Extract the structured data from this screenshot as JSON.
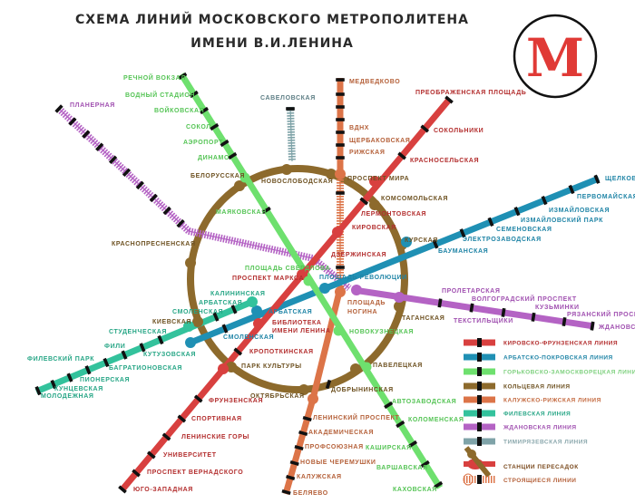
{
  "title": {
    "line1": "СХЕМА ЛИНИЙ МОСКОВСКОГО МЕТРОПОЛИТЕНА",
    "line2": "ИМЕНИ В.И.ЛЕНИНА"
  },
  "logo": {
    "letter": "М",
    "color": "#e03a36"
  },
  "ring": {
    "color": "#8d6a2c",
    "label_color": "#6e5222",
    "stations": [
      "БЕЛОРУССКАЯ",
      "НОВОСЛОБОДСКАЯ",
      "ПРОСПЕКТ МИРА",
      "КОМСОМОЛЬСКАЯ",
      "КУРСКАЯ",
      "ТАГАНСКАЯ",
      "ПАВЕЛЕЦКАЯ",
      "ДОБРЫНИНСКАЯ",
      "ОКТЯБРЬСКАЯ",
      "ПАРК КУЛЬТУРЫ",
      "КИЕВСКАЯ",
      "КРАСНОПРЕСНЕНСКАЯ"
    ]
  },
  "lines": [
    {
      "id": "red",
      "color": "#d8403f",
      "label_color": "#b32e2e",
      "stations": [
        "ПРЕОБРАЖЕНСКАЯ ПЛОЩАДЬ",
        "СОКОЛЬНИКИ",
        "КРАСНОСЕЛЬСКАЯ",
        "ЛЕРМОНТОВСКАЯ",
        "КИРОВСКАЯ",
        "ДЗЕРЖИНСКАЯ",
        "ПРОСПЕКТ МАРКСА",
        "БИБЛИОТЕКА",
        "ИМЕНИ ЛЕНИНА",
        "КРОПОТКИНСКАЯ",
        "ФРУНЗЕНСКАЯ",
        "СПОРТИВНАЯ",
        "ЛЕНИНСКИЕ ГОРЫ",
        "УНИВЕРСИТЕТ",
        "ПРОСПЕКТ ВЕРНАДСКОГО",
        "ЮГО-ЗАПАДНАЯ"
      ]
    },
    {
      "id": "blue",
      "color": "#1f90b4",
      "label_color": "#1f84a6",
      "stations": [
        "ЩЕЛКОВСКАЯ",
        "ПЕРВОМАЙСКАЯ",
        "ИЗМАЙЛОВСКАЯ",
        "ИЗМАЙЛОВСКИЙ ПАРК",
        "СЕМЕНОВСКАЯ",
        "ЭЛЕКТРОЗАВОДСКАЯ",
        "БАУМАНСКАЯ",
        "ПЛОЩАДЬ РЕВОЛЮЦИИ",
        "АРБАТСКАЯ",
        "СМОЛЕНСКАЯ"
      ]
    },
    {
      "id": "teal",
      "color": "#33c29c",
      "label_color": "#27a686",
      "stations": [
        "КАЛИНИНСКАЯ",
        "АРБАТСКАЯ",
        "СМОЛЕНСКАЯ",
        "СТУДЕНЧЕСКАЯ",
        "ФИЛИ",
        "КУТУЗОВСКАЯ",
        "ФИЛЕВСКИЙ ПАРК",
        "БАГРАТИОНОВСКАЯ",
        "ПИОНЕРСКАЯ",
        "КУНЦЕВСКАЯ",
        "МОЛОДЕЖНАЯ"
      ]
    },
    {
      "id": "green",
      "color": "#6ee06e",
      "label_color": "#55c455",
      "stations": [
        "РЕЧНОЙ ВОКЗАЛ",
        "ВОДНЫЙ СТАДИОН",
        "ВОЙКОВСКАЯ",
        "СОКОЛ",
        "АЭРОПОРТ",
        "ДИНАМО",
        "МАЯКОВСКАЯ",
        "ПЛОЩАДЬ СВЕРДЛОВА",
        "НОВОКУЗНЕЦКАЯ",
        "АВТОЗАВОДСКАЯ",
        "КОЛОМЕНСКАЯ",
        "КАШИРСКАЯ",
        "ВАРШАВСКАЯ",
        "КАХОВСКАЯ"
      ]
    },
    {
      "id": "orange",
      "color": "#dc7448",
      "label_color": "#b5613a",
      "stations": [
        "МЕДВЕДКОВО",
        "ВДНХ",
        "ЩЕРБАКОВСКАЯ",
        "РИЖСКАЯ",
        "ПЛОЩАДЬ",
        "НОГИНА",
        "ЛЕНИНСКИЙ ПРОСПЕКТ",
        "АКАДЕМИЧЕСКАЯ",
        "ПРОФСОЮЗНАЯ",
        "НОВЫЕ ЧЕРЕМУШКИ",
        "КАЛУЖСКАЯ",
        "БЕЛЯЕВО"
      ]
    },
    {
      "id": "purple",
      "color": "#b463c4",
      "label_color": "#a050b0",
      "stations": [
        "ПЛАНЕРНАЯ",
        "ПРОЛЕТАРСКАЯ",
        "ВОЛГОГРАДСКИЙ ПРОСПЕКТ",
        "ТЕКСТИЛЬЩИКИ",
        "КУЗЬМИНКИ",
        "РЯЗАНСКИЙ ПРОСПЕКТ",
        "ЖДАНОВСКАЯ"
      ]
    },
    {
      "id": "gray",
      "color": "#7fa3a8",
      "label_color": "#5f7f86",
      "stations": [
        "САВЕЛОВСКАЯ"
      ]
    }
  ],
  "legend": [
    {
      "label": "КИРОВСКО-ФРУНЗЕНСКАЯ ЛИНИЯ",
      "color": "#d8403f",
      "text_color": "#b32e2e"
    },
    {
      "label": "АРБАТСКО-ПОКРОВСКАЯ ЛИНИЯ",
      "color": "#1f90b4",
      "text_color": "#1f84a6"
    },
    {
      "label": "ГОРЬКОВСКО-ЗАМОСКВОРЕЦКАЯ ЛИНИЯ",
      "color": "#6ee06e",
      "text_color": "#7dd07d"
    },
    {
      "label": "КОЛЬЦЕВАЯ ЛИНИЯ",
      "color": "#8d6a2c",
      "text_color": "#6e5222"
    },
    {
      "label": "КАЛУЖСКО-РИЖСКАЯ ЛИНИЯ",
      "color": "#dc7448",
      "text_color": "#c46a40"
    },
    {
      "label": "ФИЛЕВСКАЯ ЛИНИЯ",
      "color": "#33c29c",
      "text_color": "#27a686"
    },
    {
      "label": "ЖДАНОВСКАЯ ЛИНИЯ",
      "color": "#b463c4",
      "text_color": "#a050b0"
    },
    {
      "label": "ТИМИРЯЗЕВСКАЯ ЛИНИЯ",
      "color": "#7fa3a8",
      "text_color": "#8aa7ac"
    },
    {
      "label": "СТАНЦИИ ПЕРЕСАДОК",
      "color": "#d8403f",
      "text_color": "#7a4a1e"
    },
    {
      "label": "СТРОЯЩИЕСЯ ЛИНИИ",
      "color": "#dc7448",
      "text_color": "#b5613a"
    }
  ]
}
